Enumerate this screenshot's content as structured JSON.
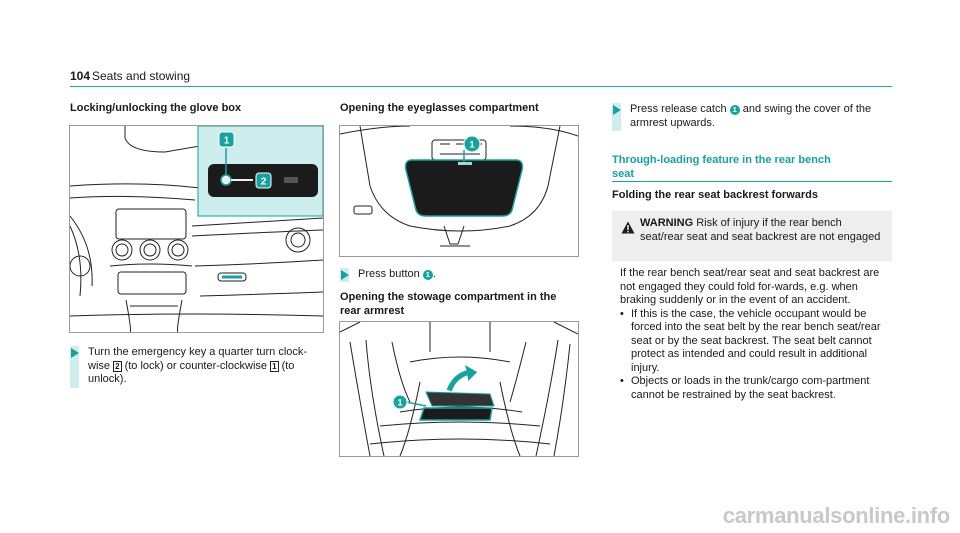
{
  "header": {
    "page_number": "104",
    "title": "Seats and stowing"
  },
  "col1": {
    "heading": "Locking/unlocking the glove box",
    "step": {
      "text_a": "Turn the emergency key a quarter turn clock-wise ",
      "num_2": "2",
      "text_b": " (to lock) or counter-clockwise ",
      "num_1": "1",
      "text_c": " (to unlock)."
    },
    "callouts": [
      "1",
      "2"
    ]
  },
  "col2": {
    "heading_glasses": "Opening the eyeglasses compartment",
    "step1_text": "Press button ",
    "step1_num": "1",
    "step1_end": ".",
    "heading_stowage": "Opening the stowage compartment in the rear armrest",
    "callouts_glasses": [
      "1"
    ],
    "callouts_armrest": [
      "1"
    ]
  },
  "col3": {
    "step_text_a": "Press release catch ",
    "step_num": "1",
    "step_text_b": " and swing the cover of the armrest upwards.",
    "section_heading": "Through-loading feature in the rear bench seat",
    "sub_heading": "Folding the rear seat backrest forwards",
    "warning": {
      "label": "WARNING",
      "title": "Risk of injury if the rear bench seat/rear seat and seat backrest are not engaged",
      "body": "If the rear bench seat/rear seat and seat backrest are not engaged they could fold for-wards, e.g. when braking suddenly or in the event of an accident.",
      "bullets": [
        "If this is the case, the vehicle occupant would be forced into the seat belt by the rear bench seat/rear seat or by the seat backrest. The seat belt cannot protect as intended and could result in additional injury.",
        "Objects or loads in the trunk/cargo com-partment cannot be restrained by the seat backrest."
      ]
    }
  },
  "watermark": "carmanualsonline.info",
  "colors": {
    "accent": "#16a2a0",
    "highlight": "#cdeeed"
  }
}
